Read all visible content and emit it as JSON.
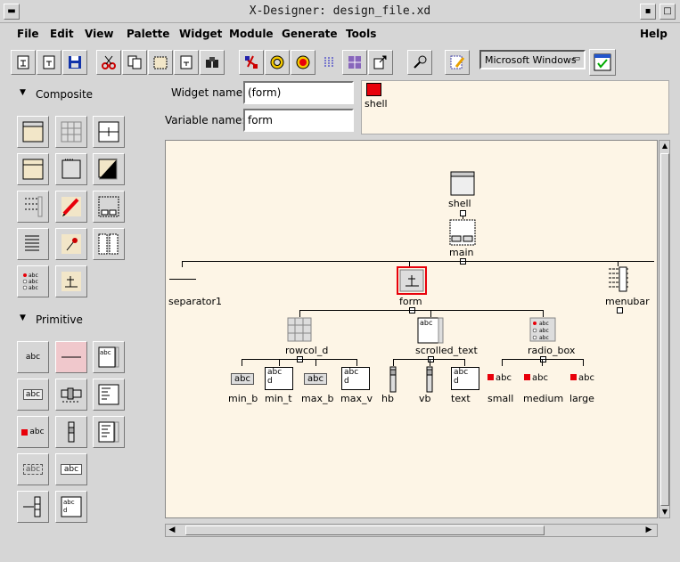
{
  "window": {
    "title": "X-Designer: design_file.xd"
  },
  "menubar": {
    "items": [
      "File",
      "Edit",
      "View",
      "Palette",
      "Widget",
      "Module",
      "Generate",
      "Tools"
    ],
    "help": "Help"
  },
  "toolbar": {
    "lookfeel": "Microsoft Windows"
  },
  "palette": {
    "composite_label": "Composite",
    "primitive_label": "Primitive",
    "abc": "abc"
  },
  "form": {
    "widget_name_label": "Widget name:",
    "widget_name_value": "(form)",
    "variable_name_label": "Variable name:",
    "variable_name_value": "form"
  },
  "preview": {
    "label": "shell"
  },
  "tree": {
    "shell": "shell",
    "main": "main",
    "separator1": "separator1",
    "form": "form",
    "menubar": "menubar",
    "rowcol_d": "rowcol_d",
    "scrolled_text": "scrolled_text",
    "radio_box": "radio_box",
    "min_b": "min_b",
    "min_t": "min_t",
    "max_b": "max_b",
    "max_v": "max_v",
    "hb": "hb",
    "vb": "vb",
    "text": "text",
    "small": "small",
    "medium": "medium",
    "large": "large",
    "abc": "abc"
  },
  "colors": {
    "accent_red": "#e8000a",
    "canvas_bg": "#fdf5e6"
  }
}
